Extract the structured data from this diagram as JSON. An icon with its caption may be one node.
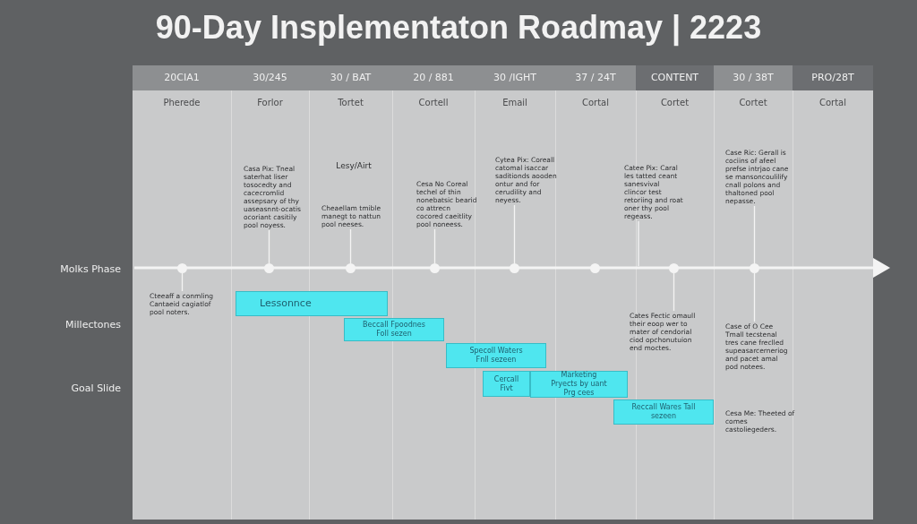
{
  "diagram": {
    "title": "90-Day Insplementaton Roadmay | 2223",
    "nodes": [
      {
        "text": [
          "Casa Pix: Tneal saterhat liser tosocedty and cacecromlid assepsary of thy uaseasnnt-ocatis ocoriant casitily pool noyess."
        ]
      },
      {
        "text": [
          "Lesy/Airt",
          "Cheaellam tmible manegt to nattun pool neeses."
        ]
      },
      {
        "text": [
          "Cesa No Coreal techel of thin nonebatsic bearid co attrecn cocored caeitlity pool noneess."
        ]
      },
      {
        "text": [
          "Cytea Pix: Coreall catomal isaccar saditionds aooden ontur and for cerudility and neyess."
        ]
      },
      {
        "text": [
          "Catee Pix: Caral les tatted ceant sanesvival clincor test retoriing and roat oner thy pool regeass."
        ]
      },
      {
        "text": [
          "Case Ric: Gerall is cociins of afeel prefse intrjao cane se mansoncoulilify cnall polons and thaltoned pool nepasse."
        ]
      },
      {
        "text": [],
        "shape": "circle"
      },
      {
        "text": [],
        "shape": "circle"
      },
      {
        "text": [],
        "shape": "circle"
      },
      {
        "text": [],
        "shape": "circle"
      },
      {
        "text": [],
        "shape": "circle"
      },
      {
        "text": [],
        "shape": "circle"
      },
      {
        "text": [],
        "shape": "circle"
      },
      {
        "text": [],
        "shape": "circle"
      },
      {
        "text": [
          "Cteeaff a conmling Cantaeid cagiatlof pool noters."
        ]
      },
      {
        "text": [
          "Cates Fectic omaull their eoop wer to mater of cendorial ciod opchonutuion end moctes."
        ]
      },
      {
        "text": [
          "Case of O Cee Tmall tecstenal tres cane freclled supeasarcerneriog and pacet amal pod notees."
        ]
      },
      {
        "text": [
          "Cesa Me: Theeted of comes castoliegeders."
        ]
      },
      {
        "text": [
          "Lessonnce"
        ]
      },
      {
        "text": [
          "Beccall Fpoodnes Foll sezen"
        ]
      },
      {
        "text": [
          "Specoll Waters Fnll sezeen"
        ]
      },
      {
        "text": [
          "Cercall Fivt"
        ]
      },
      {
        "text": [
          "Marketing Pryects by uant Prg cees"
        ]
      },
      {
        "text": [
          "Reccall Wares Tall sezeen"
        ]
      }
    ],
    "edges": [
      {
        "from": 0,
        "to": 7,
        "arrow": "none"
      },
      {
        "from": 1,
        "to": 8,
        "arrow": "none"
      },
      {
        "from": 2,
        "to": 9,
        "arrow": "none"
      },
      {
        "from": 3,
        "to": 10,
        "arrow": "none"
      },
      {
        "from": 4,
        "to": null,
        "arrow": "none"
      },
      {
        "from": 5,
        "to": 13,
        "arrow": "none"
      },
      {
        "from": 14,
        "to": 6,
        "arrow": "none"
      },
      {
        "from": 15,
        "to": 12,
        "arrow": "none"
      },
      {
        "from": 16,
        "to": 13,
        "arrow": "none"
      }
    ],
    "labels": [
      "20CIA1",
      "30/245",
      "30 / BAT",
      "20 / 881",
      "30 /IGHT",
      "37 / 24T",
      "CONTENT",
      "30 / 38T",
      "PRO/28T",
      "Pherede",
      "Forlor",
      "Tortet",
      "Cortell",
      "Email",
      "Cortal",
      "Cortet",
      "Cortet",
      "Cortal",
      "Molks Phase",
      "Millectones",
      "Goal Slide"
    ]
  }
}
